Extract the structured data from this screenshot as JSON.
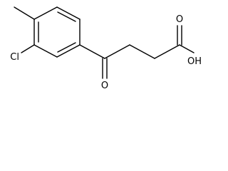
{
  "molecule": {
    "atoms": {
      "chlorine": "Cl",
      "ketone_oxygen": "O",
      "acid_carbonyl_oxygen": "O",
      "hydroxyl": "OH"
    }
  },
  "colors": {
    "bond": "#000000",
    "text": "#000000",
    "background": "#ffffff"
  }
}
